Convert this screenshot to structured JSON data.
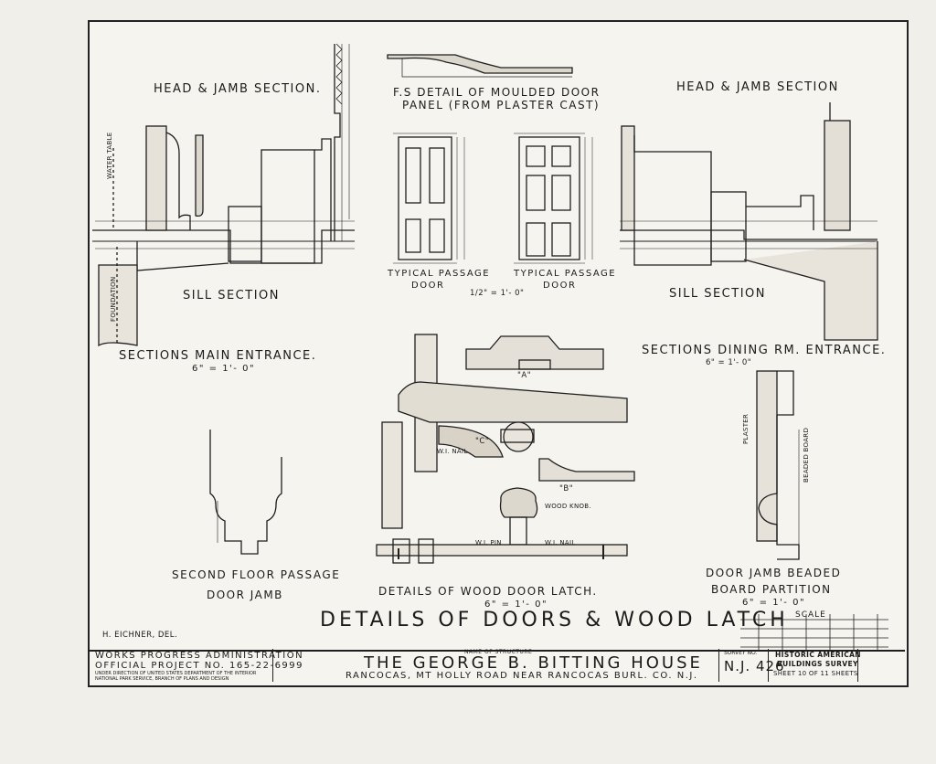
{
  "drawings": {
    "main_entrance_head_jamb": "HEAD & JAMB SECTION.",
    "main_entrance_sill": "SILL SECTION",
    "main_entrance_caption": "SECTIONS MAIN ENTRANCE.",
    "main_entrance_scale": "6\" = 1'- 0\"",
    "water_table": "WATER TABLE",
    "foundation": "FOUNDATION",
    "fs_detail_line1": "F.S DETAIL OF MOULDED DOOR",
    "fs_detail_line2": "PANEL (FROM PLASTER CAST)",
    "passage_door_left_line1": "TYPICAL PASSAGE",
    "passage_door_left_line2": "DOOR",
    "passage_door_right_line1": "TYPICAL PASSAGE",
    "passage_door_right_line2": "DOOR",
    "passage_door_scale": "1/2\" = 1'- 0\"",
    "dining_head_jamb": "HEAD & JAMB SECTION",
    "dining_sill": "SILL SECTION",
    "dining_caption": "SECTIONS DINING RM. ENTRANCE.",
    "dining_scale": "6\" = 1'- 0\"",
    "second_floor_line1": "SECOND FLOOR PASSAGE",
    "second_floor_line2": "DOOR JAMB",
    "latch_caption": "DETAILS OF WOOD DOOR LATCH.",
    "latch_scale": "6\" = 1'- 0\"",
    "latch_part_a": "\"A\"",
    "latch_part_b": "\"B\"",
    "latch_part_c": "\"C\"",
    "wood_knob": "WOOD KNOB.",
    "wi_nail": "W.I. NAIL",
    "wi_pin": "W.I. PIN",
    "beaded_line1": "DOOR JAMB BEADED",
    "beaded_line2": "BOARD PARTITION",
    "beaded_scale": "6\" = 1'- 0\"",
    "plaster": "PLASTER",
    "beaded_board": "BEADED BOARD",
    "main_title": "DETAILS OF DOORS & WOOD LATCH",
    "scale_label": "SCALE",
    "delineator": "H. EICHNER, DEL."
  },
  "title_block": {
    "wpa_line1": "WORKS PROGRESS ADMINISTRATION",
    "wpa_line2": "OFFICIAL PROJECT No. 165-22-6999",
    "wpa_line3": "UNDER DIRECTION OF UNITED STATES DEPARTMENT OF THE INTERIOR",
    "wpa_line4": "NATIONAL PARK SERVICE, BRANCH OF PLANS AND DESIGN",
    "name_of_structure_label": "NAME OF STRUCTURE",
    "structure_name": "THE GEORGE B. BITTING HOUSE",
    "location": "RANCOCAS, MT HOLLY ROAD NEAR RANCOCAS BURL. CO. N.J.",
    "survey_no_label": "SURVEY NO.",
    "survey_no": "N.J. 426",
    "habs_line1": "HISTORIC AMERICAN",
    "habs_line2": "BUILDINGS SURVEY",
    "sheet_label": "SHEET 10 OF 11 SHEETS"
  }
}
